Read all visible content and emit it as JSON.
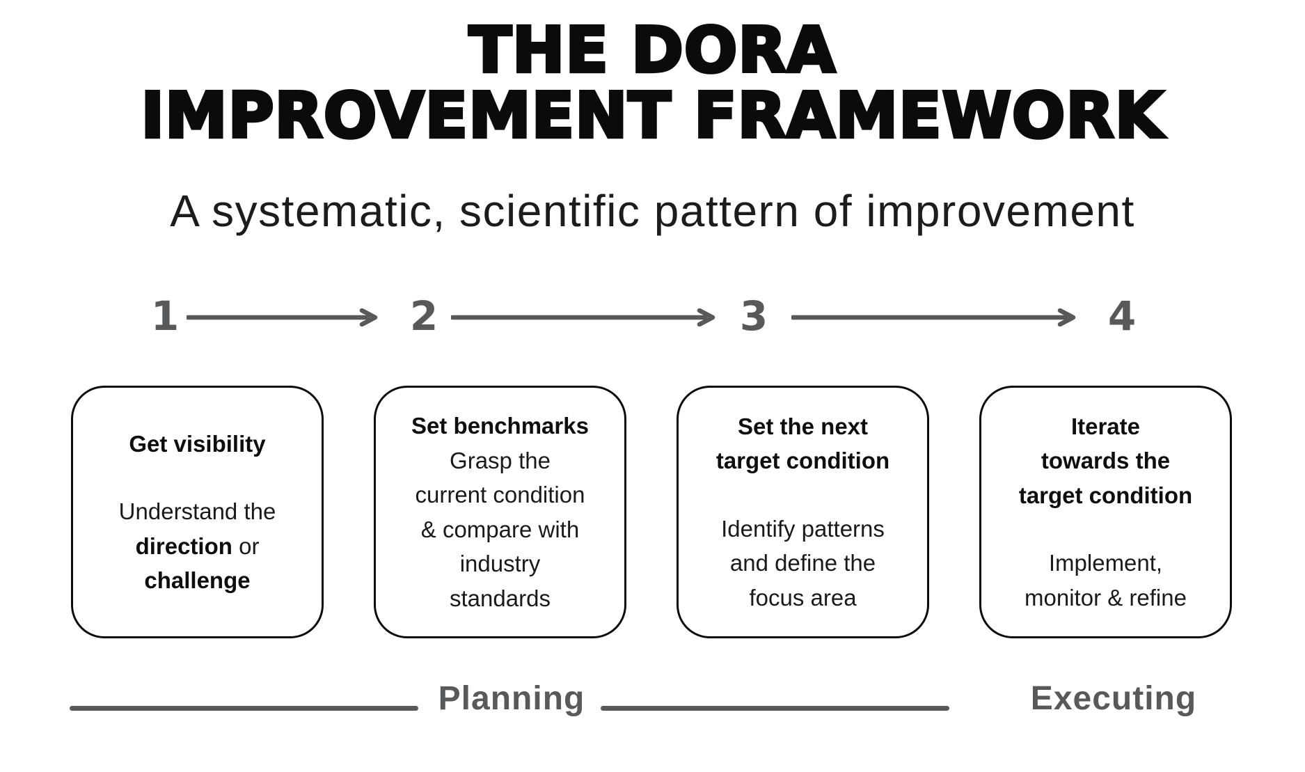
{
  "title": {
    "line1": "THE DORA",
    "line2": "IMPROVEMENT FRAMEWORK"
  },
  "subtitle": "A systematic, scientific pattern of improvement",
  "steps": [
    {
      "number": "1",
      "heading": "Get visibility",
      "body_segments": [
        {
          "text": "Understand the\n",
          "bold": false
        },
        {
          "text": "direction",
          "bold": true
        },
        {
          "text": " or\n",
          "bold": false
        },
        {
          "text": "challenge",
          "bold": true
        }
      ]
    },
    {
      "number": "2",
      "heading": "Set benchmarks",
      "body": "Grasp the\ncurrent condition\n& compare with\nindustry\nstandards"
    },
    {
      "number": "3",
      "heading": "Set the next\ntarget condition",
      "body": "Identify patterns\nand define the\nfocus area"
    },
    {
      "number": "4",
      "heading": "Iterate\ntowards the\ntarget condition",
      "body": "Implement,\nmonitor & refine"
    }
  ],
  "phases": {
    "planning": "Planning",
    "executing": "Executing"
  },
  "colors": {
    "accent_gray": "#58595b",
    "text_black": "#0b0b0b",
    "background": "#ffffff"
  }
}
